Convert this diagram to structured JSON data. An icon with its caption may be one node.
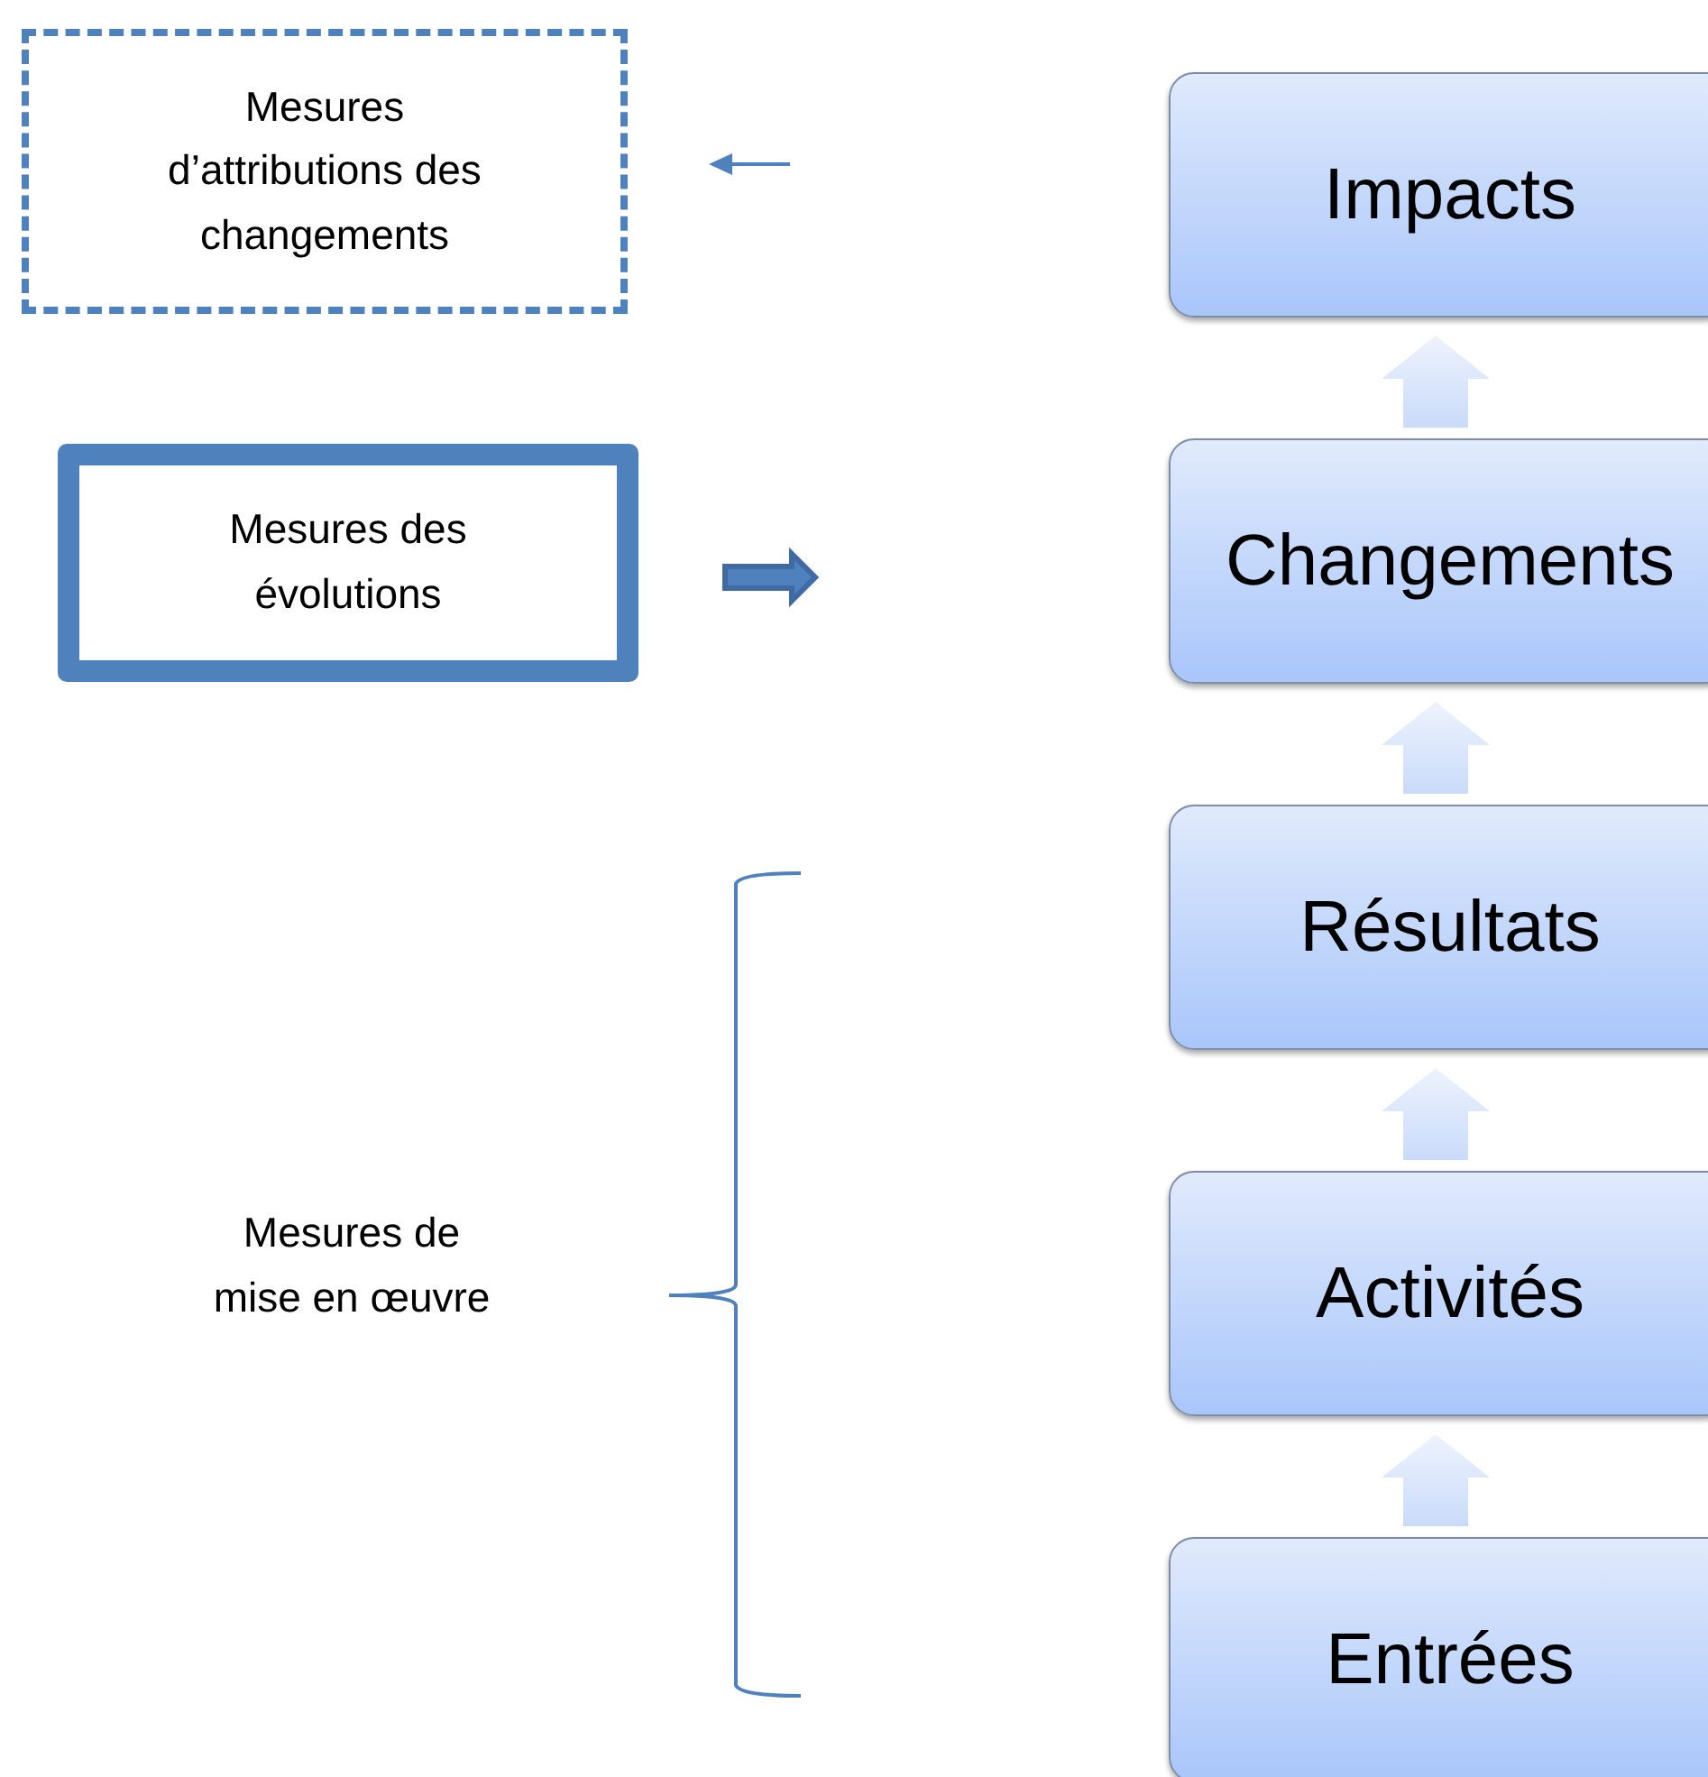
{
  "diagram": {
    "nodes": [
      {
        "text": [
          "Mesures d’attributions des changements"
        ]
      },
      {
        "text": [
          "Mesures des évolutions"
        ]
      },
      {
        "text": [
          "Mesures de mise en œuvre"
        ]
      },
      {
        "text": [
          "Impacts"
        ]
      },
      {
        "text": [
          "Changements"
        ]
      },
      {
        "text": [
          "Résultats"
        ]
      },
      {
        "text": [
          "Activités"
        ]
      },
      {
        "text": [
          "Entrées"
        ]
      }
    ],
    "edges": [
      {
        "from": 4,
        "to": 3,
        "arrow": "to",
        "style": "thick"
      },
      {
        "from": 5,
        "to": 4,
        "arrow": "to",
        "style": "thick"
      },
      {
        "from": 6,
        "to": 5,
        "arrow": "to",
        "style": "thick"
      },
      {
        "from": 7,
        "to": 6,
        "arrow": "to",
        "style": "thick"
      }
    ]
  }
}
